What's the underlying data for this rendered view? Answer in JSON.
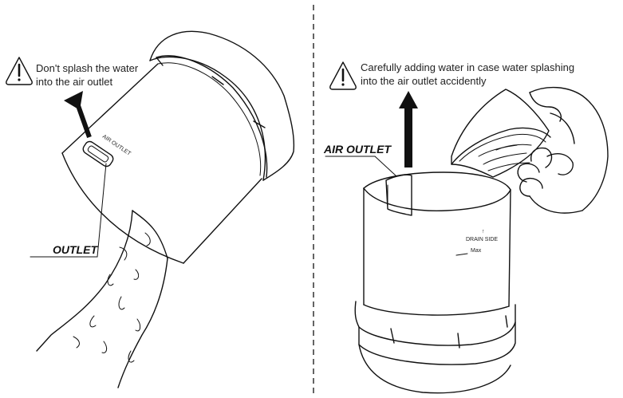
{
  "left_panel": {
    "warning_line1": "Don't splash the water",
    "warning_line2": "into the air outlet",
    "air_outlet_label": "AIR OUTLET",
    "outlet_label": "OUTLET"
  },
  "right_panel": {
    "warning_line1": "Carefully adding water in case water splashing",
    "warning_line2": "into the air outlet accidently",
    "air_outlet_label": "AIR OUTLET",
    "drain_arrow": "↑",
    "drain_side_label": "DRAIN SIDE",
    "max_label": "Max"
  },
  "icons": [
    "warning-triangle-icon",
    "arrow-up-icon"
  ]
}
